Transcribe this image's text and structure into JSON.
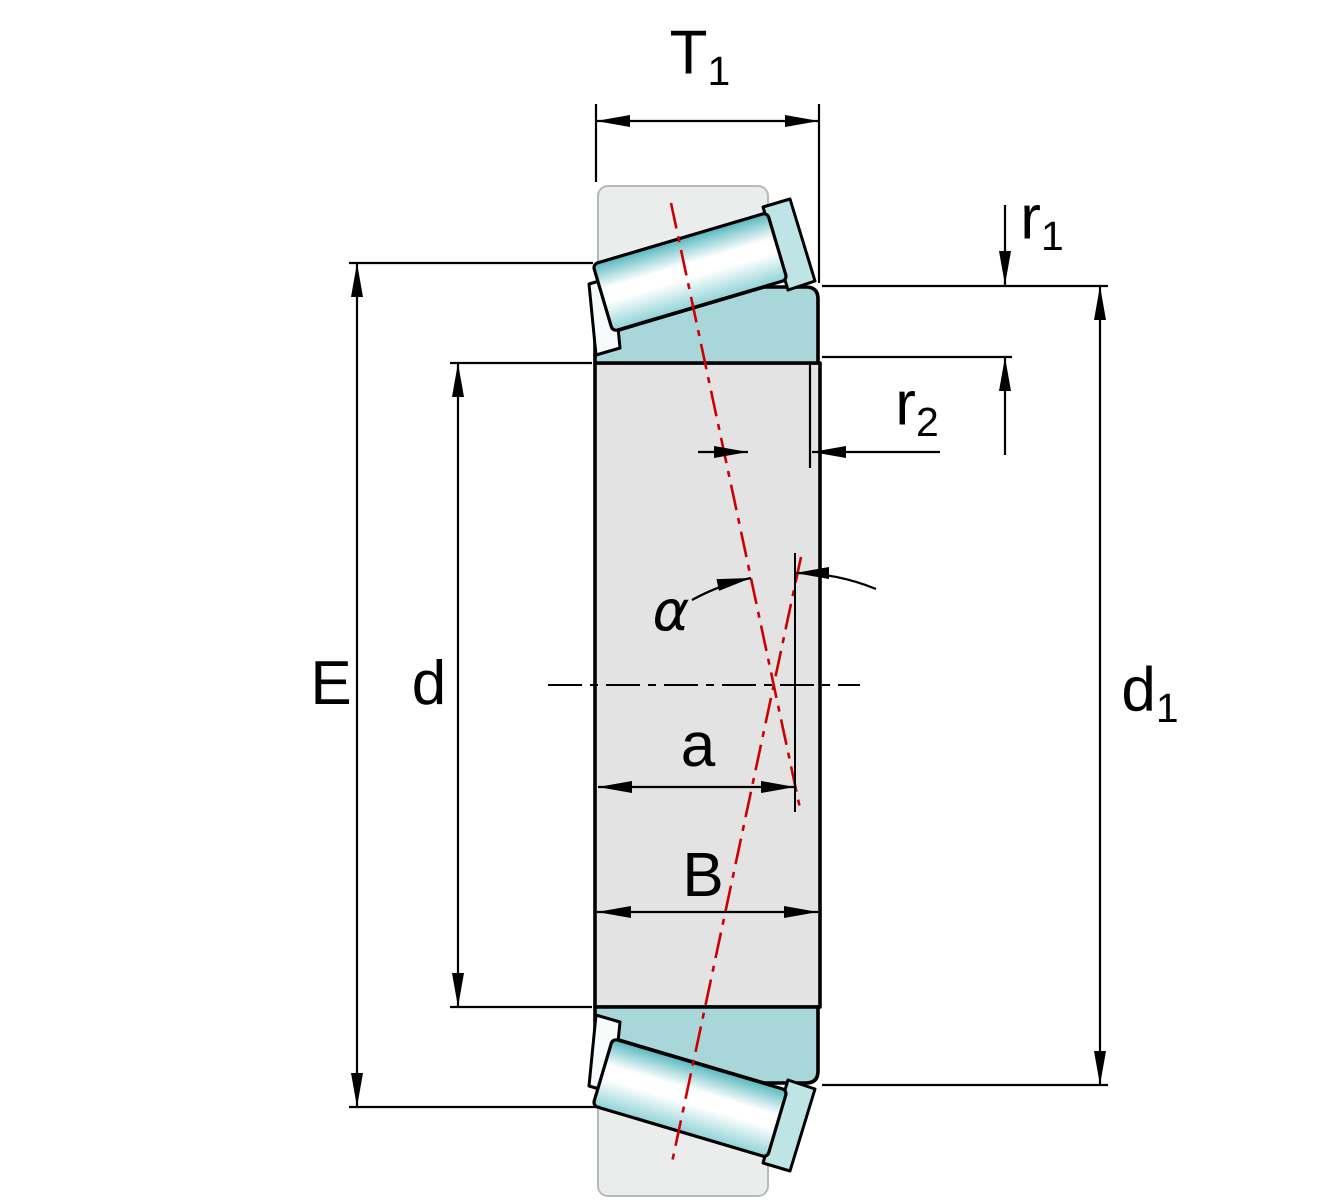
{
  "diagram": {
    "labels": {
      "t1": {
        "base": "T",
        "sub": "1"
      },
      "r1": {
        "base": "r",
        "sub": "1"
      },
      "r2": {
        "base": "r",
        "sub": "2"
      },
      "e": {
        "base": "E"
      },
      "d": {
        "base": "d"
      },
      "d1": {
        "base": "d",
        "sub": "1"
      },
      "a": {
        "base": "a"
      },
      "b": {
        "base": "B"
      },
      "alpha": {
        "base": "α"
      }
    },
    "colors": {
      "background": "#ffffff",
      "body_gray": "#e3e3e3",
      "ring_teal": "#a9d6d9",
      "roller_teal": "#56b7be",
      "roller_teal_soft": "#8fd2d6",
      "roller_light": "#ffffff",
      "rib_teal": "#bfe4e6",
      "cap_white": "#f7fbfb",
      "cage_gray": "#ebedec",
      "cage_stroke": "#b5bbbb",
      "centerline_red": "#cc0000",
      "ink": "#000000"
    }
  }
}
